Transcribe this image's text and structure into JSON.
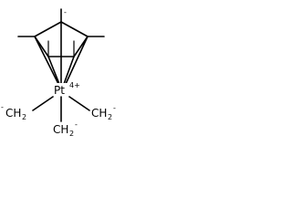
{
  "molecule": {
    "ring_anion_charge": "-",
    "metal_symbol": "Pt",
    "metal_charge": "4+",
    "methyl_left_label": "CH",
    "methyl_left_subscript": "2",
    "methyl_left_charge": "-",
    "methyl_right_label": "CH",
    "methyl_right_subscript": "2",
    "methyl_right_charge": "-",
    "methyl_bottom_label": "CH",
    "methyl_bottom_subscript": "2",
    "methyl_bottom_charge": "-"
  }
}
